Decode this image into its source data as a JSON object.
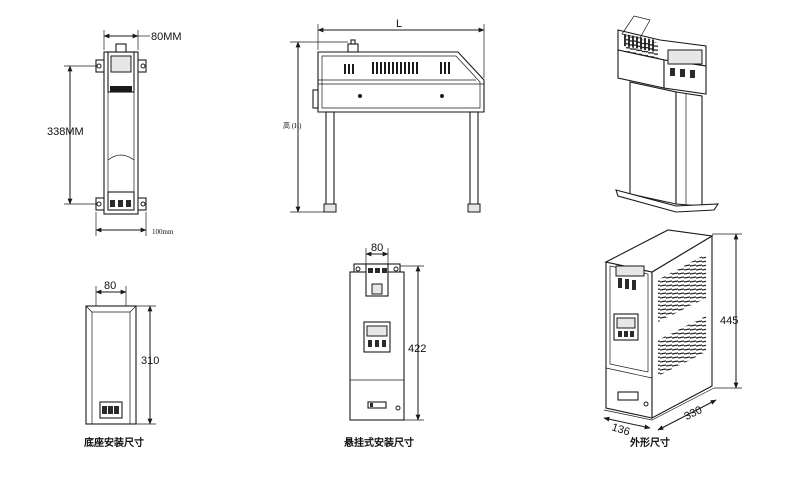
{
  "front_view": {
    "width_label": "80MM",
    "height_label": "338MM",
    "base_label": "100mm"
  },
  "side_view": {
    "length_label": "L",
    "height_label": "高 (H)"
  },
  "floor_mount": {
    "width_label": "80",
    "height_label": "310",
    "caption": "底座安装尺寸"
  },
  "wall_mount": {
    "width_label": "80",
    "height_label": "422",
    "caption": "悬挂式安装尺寸"
  },
  "outline": {
    "height_label": "445",
    "width_label": "136",
    "depth_label": "330",
    "caption": "外形尺寸"
  }
}
